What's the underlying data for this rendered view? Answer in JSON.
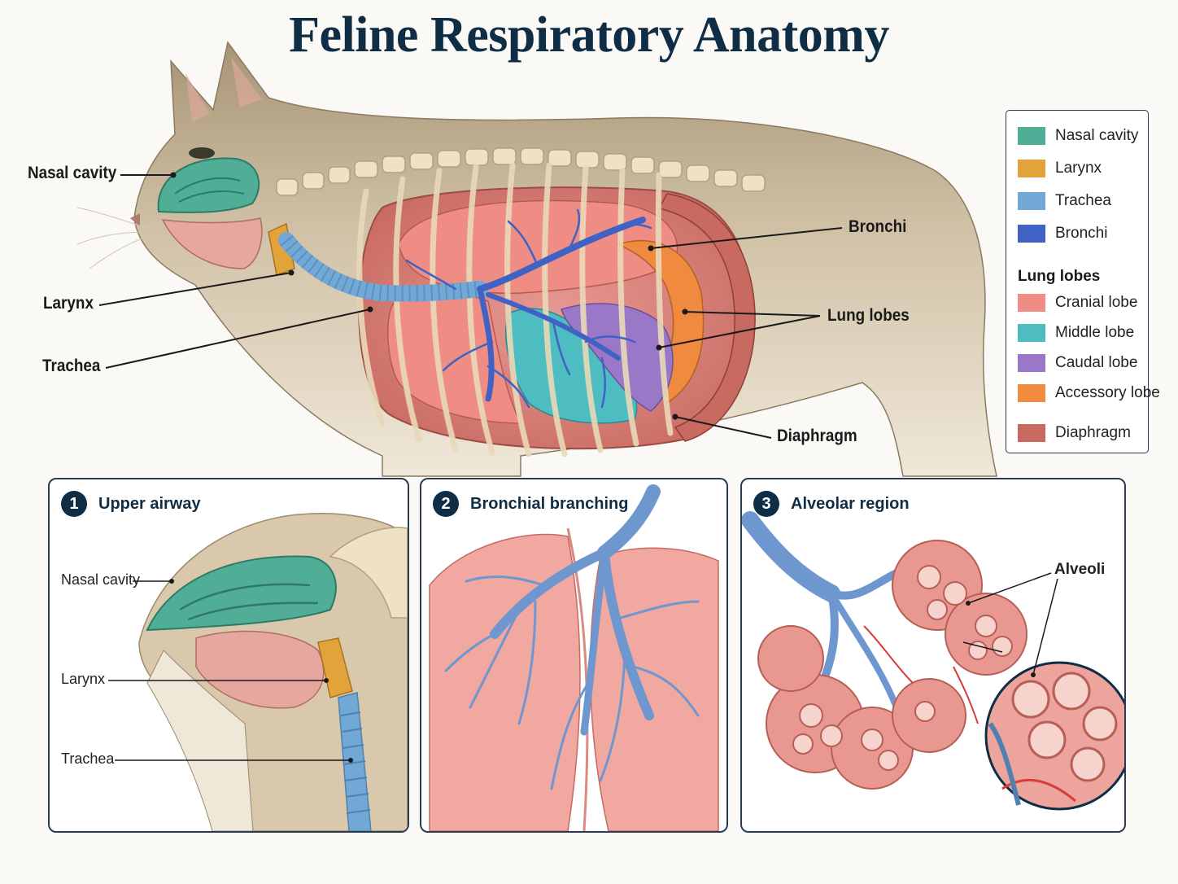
{
  "title": "Feline Respiratory Anatomy",
  "callouts": {
    "nasal_cavity": "Nasal cavity",
    "larynx": "Larynx",
    "trachea": "Trachea",
    "bronchi": "Bronchi",
    "lung_lobes": "Lung lobes",
    "diaphragm": "Diaphragm"
  },
  "legend": {
    "items": [
      {
        "label": "Nasal cavity",
        "color": "#4fae95"
      },
      {
        "label": "Larynx",
        "color": "#e2a43a"
      },
      {
        "label": "Trachea",
        "color": "#72a8d6"
      },
      {
        "label": "Bronchi",
        "color": "#3f62c4"
      }
    ],
    "subheading": "Lung lobes",
    "lobes": [
      {
        "label": "Cranial lobe",
        "color": "#ef8d85"
      },
      {
        "label": "Middle lobe",
        "color": "#4dbdc1"
      },
      {
        "label": "Caudal lobe",
        "color": "#9b77c8"
      },
      {
        "label": "Accessory lobe",
        "color": "#ef8a3f"
      },
      {
        "label": "Diaphragm",
        "color": "#c86a5f"
      }
    ]
  },
  "panels": [
    {
      "number": "1",
      "title": "Upper airway",
      "labels": [
        "Nasal cavity",
        "Larynx",
        "Trachea"
      ]
    },
    {
      "number": "2",
      "title": "Bronchial branching"
    },
    {
      "number": "3",
      "title": "Alveolar region",
      "labels": [
        "Alveoli"
      ]
    }
  ]
}
